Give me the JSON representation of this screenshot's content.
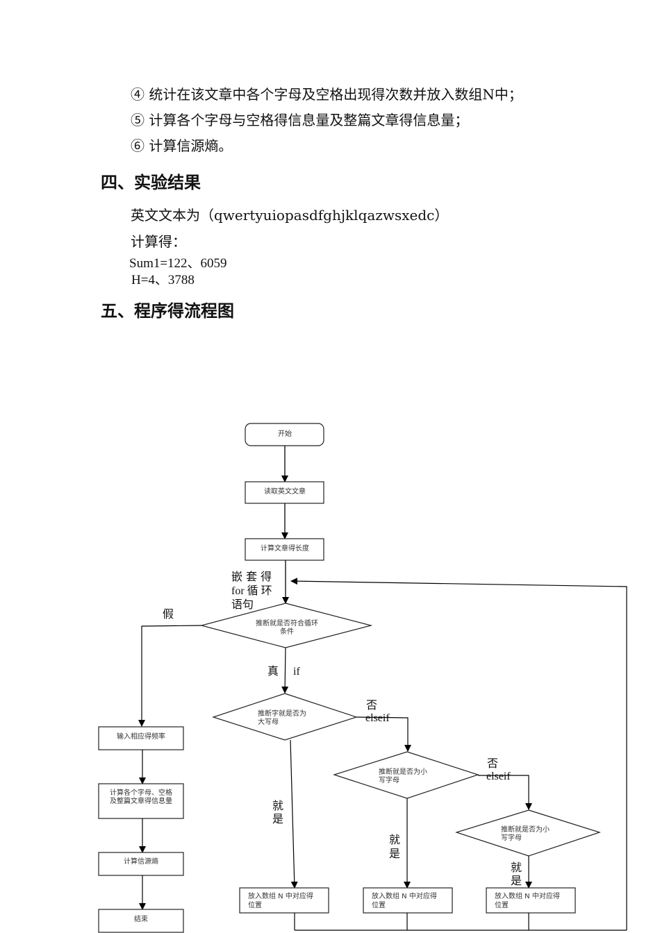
{
  "steps": [
    "④ 统计在该文章中各个字母及空格出现得次数并放入数组N中；",
    "⑤ 计算各个字母与空格得信息量及整篇文章得信息量；",
    "⑥ 计算信源熵。"
  ],
  "section4": {
    "heading": "四、实验结果",
    "text_line": "英文文本为（qwertyuiopasdfghjklqazwsxedc）",
    "calc_label": "计算得：",
    "sum_line": "Sum1=122、6059",
    "h_line": "H=4、3788"
  },
  "section5": {
    "heading": "五、程序得流程图"
  },
  "flowchart": {
    "start": "开始",
    "read": "读取英文文章",
    "length": "计算文章得长度",
    "loop_label": [
      "嵌 套 得",
      "for 循 环",
      "语句"
    ],
    "loop_cond": [
      "推断就是否符合循环",
      "条件"
    ],
    "false_label": "假",
    "true_label": "真",
    "if_label": "if",
    "upper_cond": [
      "推断字就是否为",
      "大写母"
    ],
    "no_label": "否",
    "elseif_label": "elseif",
    "lower_cond": [
      "推断就是否为小",
      "写字母"
    ],
    "lower_cond2": [
      "推断就是否为小",
      "写字母"
    ],
    "yes_label": [
      "就",
      "是"
    ],
    "store": [
      "放入数组 N 中对应得",
      "位置"
    ],
    "input_freq": "输入相应得频率",
    "calc_info": [
      "计算各个字母、空格",
      "及整篇文章得信息量"
    ],
    "calc_entropy": "计算信源熵",
    "end": "结束"
  }
}
